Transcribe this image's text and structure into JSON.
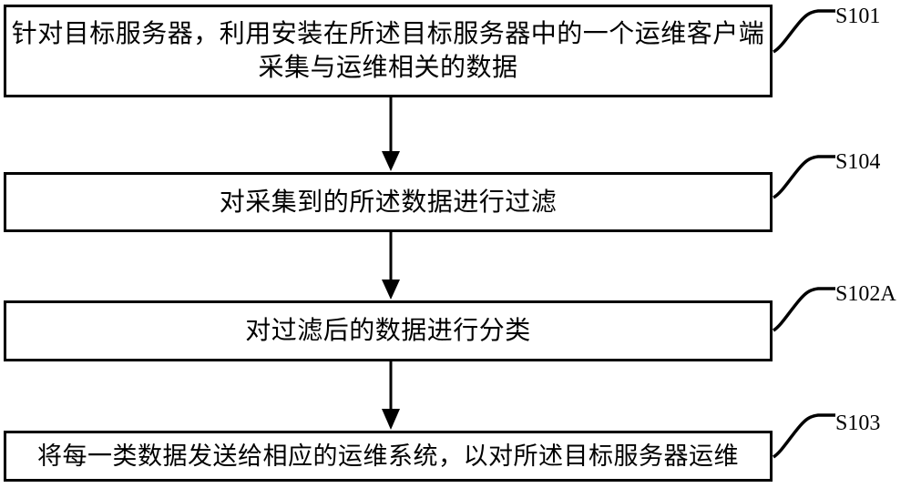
{
  "figure": {
    "type": "flowchart",
    "colors": {
      "background": "#ffffff",
      "line": "#000000",
      "text": "#000000"
    },
    "steps": [
      {
        "label": "S101",
        "lines": [
          "针对目标服务器，利用安装在所述目标服务器中的一个运维客户端",
          "采集与运维相关的数据"
        ]
      },
      {
        "label": "S104",
        "lines": [
          "对采集到的所述数据进行过滤"
        ]
      },
      {
        "label": "S102A",
        "lines": [
          "对过滤后的数据进行分类"
        ]
      },
      {
        "label": "S103",
        "lines": [
          "将每一类数据发送给相应的运维系统，以对所述目标服务器运维"
        ]
      }
    ]
  }
}
